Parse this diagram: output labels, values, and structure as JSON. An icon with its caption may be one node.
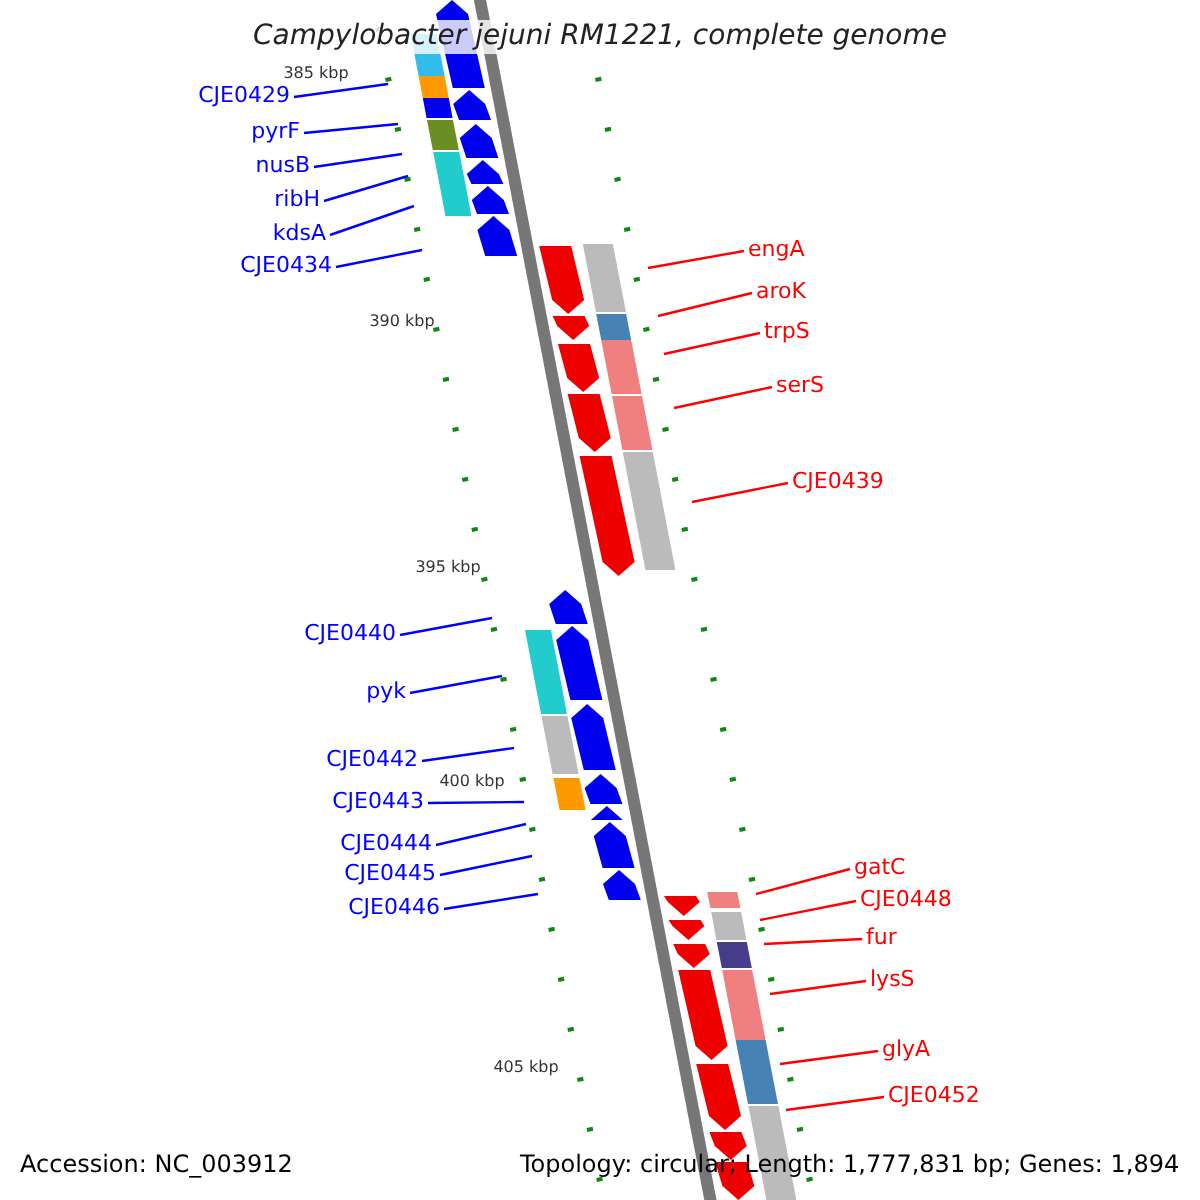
{
  "diagram": {
    "title": "Campylobacter jejuni RM1221, complete genome",
    "nodes": [
      {
        "text": [
          "CJE0429"
        ]
      },
      {
        "text": [
          "pyrF"
        ]
      },
      {
        "text": [
          "nusB"
        ]
      },
      {
        "text": [
          "ribH"
        ]
      },
      {
        "text": [
          "kdsA"
        ]
      },
      {
        "text": [
          "CJE0434"
        ]
      },
      {
        "text": [
          "engA"
        ]
      },
      {
        "text": [
          "aroK"
        ]
      },
      {
        "text": [
          "trpS"
        ]
      },
      {
        "text": [
          "serS"
        ]
      },
      {
        "text": [
          "CJE0439"
        ]
      },
      {
        "text": [
          "CJE0440"
        ]
      },
      {
        "text": [
          "pyk"
        ]
      },
      {
        "text": [
          "CJE0442"
        ]
      },
      {
        "text": [
          "CJE0443"
        ]
      },
      {
        "text": [
          "CJE0444"
        ]
      },
      {
        "text": [
          "CJE0445"
        ]
      },
      {
        "text": [
          "CJE0446"
        ]
      },
      {
        "text": [
          "gatC"
        ]
      },
      {
        "text": [
          "CJE0448"
        ]
      },
      {
        "text": [
          "fur"
        ]
      },
      {
        "text": [
          "lysS"
        ]
      },
      {
        "text": [
          "glyA"
        ]
      },
      {
        "text": [
          "CJE0452"
        ]
      }
    ],
    "edges": [
      {
        "from": 0,
        "to": null,
        "arrow": "none"
      },
      {
        "from": 1,
        "to": null,
        "arrow": "none"
      },
      {
        "from": 2,
        "to": null,
        "arrow": "none"
      },
      {
        "from": 3,
        "to": null,
        "arrow": "none"
      },
      {
        "from": 4,
        "to": null,
        "arrow": "none"
      },
      {
        "from": 5,
        "to": null,
        "arrow": "none"
      },
      {
        "from": 6,
        "to": null,
        "arrow": "none",
        "color": "#ff0000"
      },
      {
        "from": 7,
        "to": null,
        "arrow": "none",
        "color": "#ff0000"
      },
      {
        "from": 8,
        "to": null,
        "arrow": "none",
        "color": "#ff0000"
      },
      {
        "from": 9,
        "to": null,
        "arrow": "none",
        "color": "#ff0000"
      },
      {
        "from": 10,
        "to": null,
        "arrow": "none",
        "color": "#ff0000"
      },
      {
        "from": 11,
        "to": null,
        "arrow": "none"
      },
      {
        "from": 12,
        "to": null,
        "arrow": "none"
      },
      {
        "from": 13,
        "to": null,
        "arrow": "none"
      },
      {
        "from": 14,
        "to": null,
        "arrow": "none"
      },
      {
        "from": 15,
        "to": null,
        "arrow": "none"
      },
      {
        "from": 16,
        "to": null,
        "arrow": "none"
      },
      {
        "from": 17,
        "to": null,
        "arrow": "none"
      },
      {
        "from": 18,
        "to": null,
        "arrow": "none",
        "color": "#ff0000"
      },
      {
        "from": 19,
        "to": null,
        "arrow": "none",
        "color": "#ff0000"
      },
      {
        "from": 20,
        "to": null,
        "arrow": "none",
        "color": "#ff0000"
      },
      {
        "from": 21,
        "to": null,
        "arrow": "none",
        "color": "#ff0000"
      },
      {
        "from": 22,
        "to": null,
        "arrow": "none",
        "color": "#ff0000"
      },
      {
        "from": 23,
        "to": null,
        "arrow": "none",
        "color": "#ff0000"
      }
    ],
    "labels": [
      "385 kbp",
      "390 kbp",
      "395 kbp",
      "400 kbp",
      "405 kbp",
      "Accession: NC_003912",
      "Topology: circular; Length: 1,777,831 bp; Genes: 1,894"
    ]
  }
}
